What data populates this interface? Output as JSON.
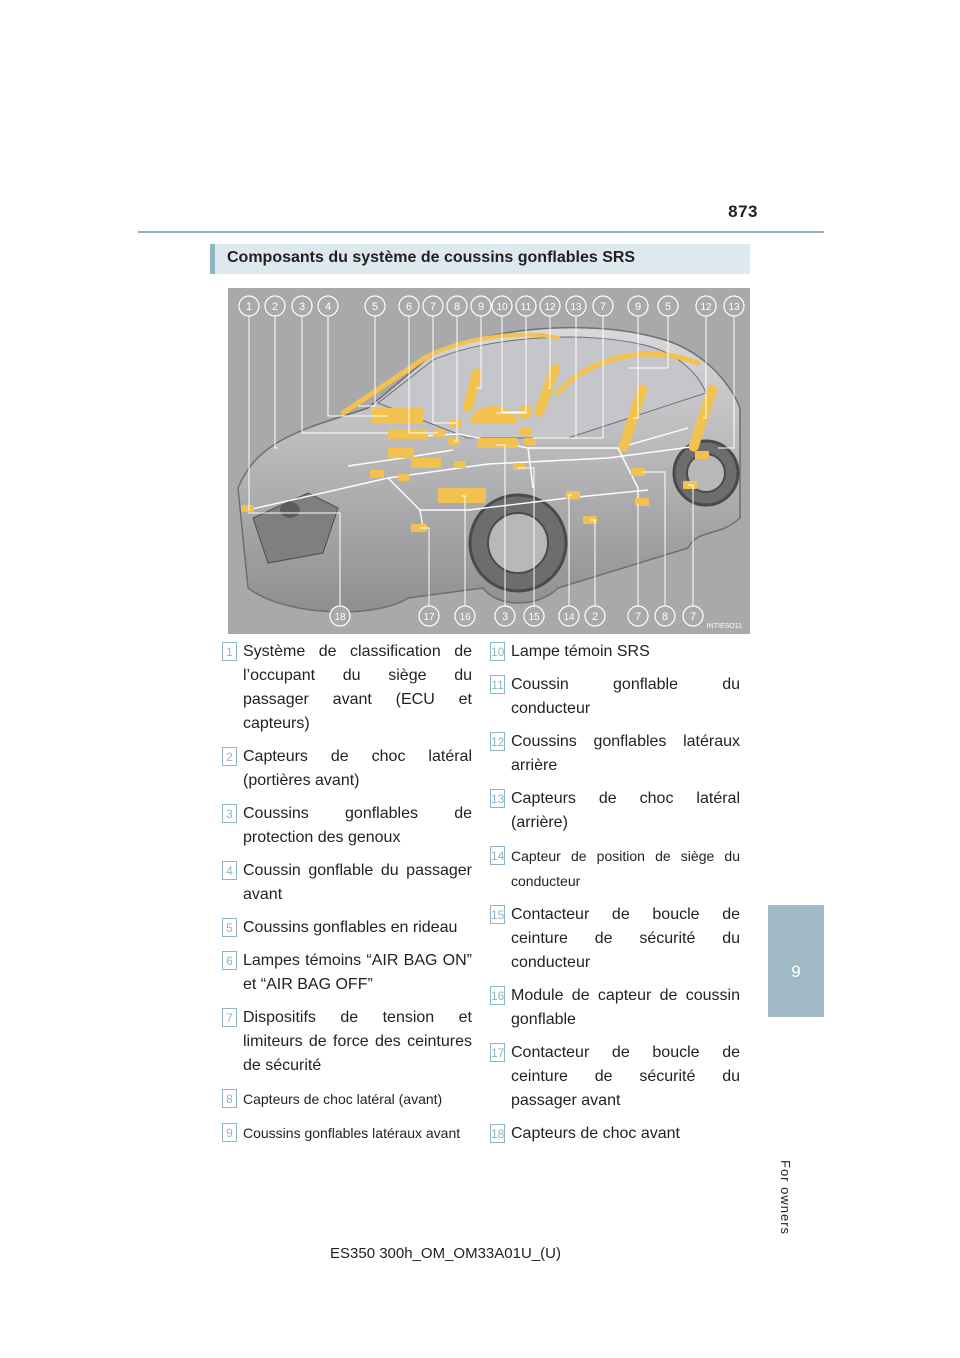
{
  "page": {
    "number": "873",
    "chapter_number": "9",
    "chapter_label": "For owners",
    "footer_code": "ES350 300h_OM_OM33A01U_(U)"
  },
  "section": {
    "title": "Composants du système de coussins gonflables SRS"
  },
  "figure": {
    "code": "INTIESO11",
    "top_callouts": [
      "1",
      "2",
      "3",
      "4",
      "5",
      "6",
      "7",
      "8",
      "9",
      "10",
      "11",
      "12",
      "13",
      "7",
      "9",
      "5",
      "12",
      "13"
    ],
    "bottom_callouts": [
      "18",
      "17",
      "16",
      "3",
      "15",
      "14",
      "2",
      "7",
      "8",
      "7"
    ]
  },
  "legend": {
    "left": [
      {
        "num": "1",
        "text": "Système de classification de l’occupant du siège du passager avant (ECU et capteurs)"
      },
      {
        "num": "2",
        "text": "Capteurs de choc latéral (portières avant)"
      },
      {
        "num": "3",
        "text": "Coussins gonflables de protection des genoux"
      },
      {
        "num": "4",
        "text": "Coussin gonflable du passager avant"
      },
      {
        "num": "5",
        "text": "Coussins gonflables en rideau"
      },
      {
        "num": "6",
        "text": "Lampes témoins “AIR BAG ON” et “AIR BAG OFF”"
      },
      {
        "num": "7",
        "text": "Dispositifs de tension et limiteurs de force des ceintures de sécurité"
      },
      {
        "num": "8",
        "text": "Capteurs de choc latéral (avant)"
      },
      {
        "num": "9",
        "text": "Coussins gonflables latéraux avant"
      }
    ],
    "right": [
      {
        "num": "10",
        "text": "Lampe témoin SRS"
      },
      {
        "num": "11",
        "text": "Coussin gonflable du conducteur"
      },
      {
        "num": "12",
        "text": "Coussins gonflables latéraux arrière"
      },
      {
        "num": "13",
        "text": "Capteurs de choc latéral (arrière)"
      },
      {
        "num": "14",
        "text": "Capteur de position de siège du conducteur"
      },
      {
        "num": "15",
        "text": "Contacteur de boucle de ceinture de sécurité du conducteur"
      },
      {
        "num": "16",
        "text": "Module de capteur de coussin gonflable"
      },
      {
        "num": "17",
        "text": "Contacteur de boucle de ceinture de sécurité du passager avant"
      },
      {
        "num": "18",
        "text": "Capteurs de choc avant"
      }
    ]
  },
  "colors": {
    "accent": "#8fb4c4",
    "header_bg": "#dde9ee",
    "component_yellow": "#f2c14e",
    "figure_bg": "#a9a9ab"
  }
}
